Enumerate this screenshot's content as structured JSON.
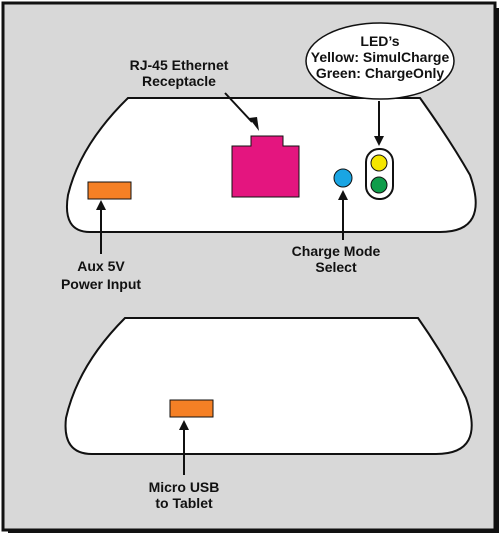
{
  "colors": {
    "background": "#d8d8d8",
    "device_body": "#ffffff",
    "outline": "#111111",
    "power_port": "#f58025",
    "usb_port": "#f58025",
    "ethernet_port": "#e4157f",
    "mode_button": "#1aa5e3",
    "led_yellow": "#f5e600",
    "led_green": "#0f9d4a"
  },
  "labels": {
    "rj45": {
      "line1": "RJ-45 Ethernet",
      "line2": "Receptacle"
    },
    "leds": {
      "title": "LED’s",
      "yellow": "Yellow: SimulCharge",
      "green": "Green: ChargeOnly"
    },
    "aux_power": {
      "line1": "Aux 5V",
      "line2": "Power Input"
    },
    "charge_mode": {
      "line1": "Charge Mode",
      "line2": "Select"
    },
    "micro_usb": {
      "line1": "Micro USB",
      "line2": "to Tablet"
    }
  }
}
